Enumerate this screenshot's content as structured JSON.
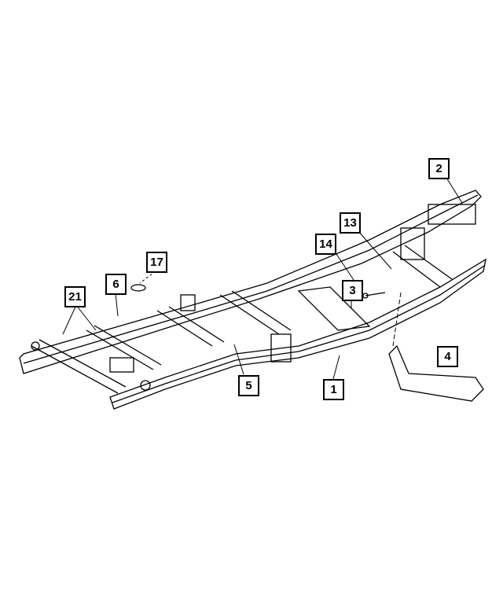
{
  "callouts": [
    {
      "id": "2",
      "label": "2"
    },
    {
      "id": "13",
      "label": "13"
    },
    {
      "id": "14",
      "label": "14"
    },
    {
      "id": "17",
      "label": "17"
    },
    {
      "id": "6",
      "label": "6"
    },
    {
      "id": "21",
      "label": "21"
    },
    {
      "id": "3",
      "label": "3"
    },
    {
      "id": "4",
      "label": "4"
    },
    {
      "id": "5",
      "label": "5"
    },
    {
      "id": "1",
      "label": "1"
    }
  ],
  "colors": {
    "line": "#000000",
    "background": "#ffffff"
  }
}
